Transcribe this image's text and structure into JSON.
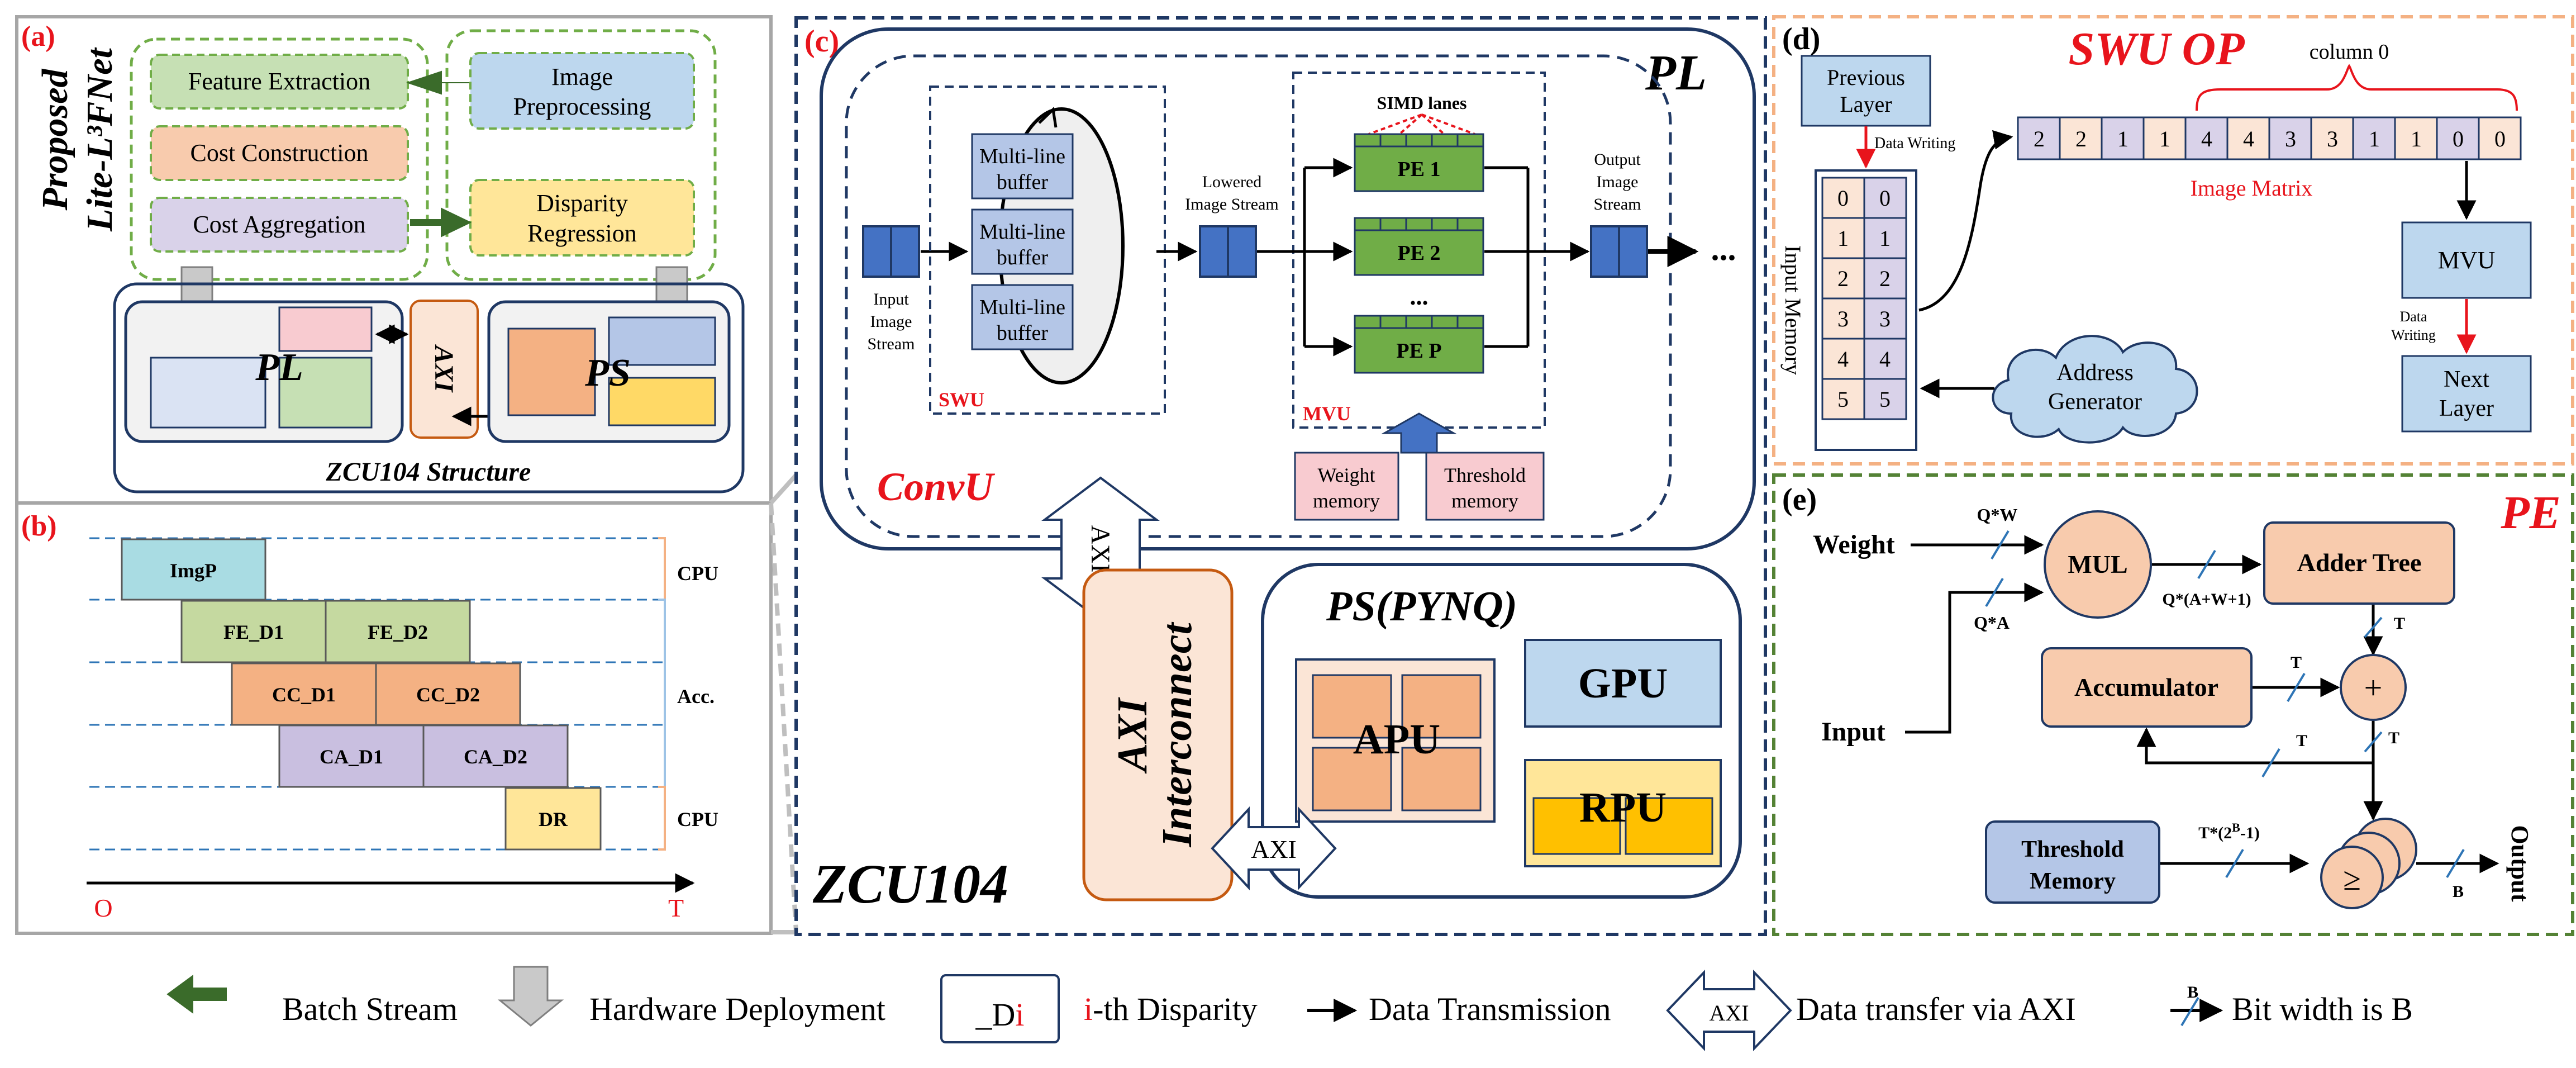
{
  "panel_a": {
    "tag": "(a)",
    "side_title_line1": "Proposed",
    "side_title_line2": "Lite-L³FNet",
    "feature_extraction": "Feature Extraction",
    "cost_construction": "Cost Construction",
    "cost_aggregation": "Cost Aggregation",
    "image_preprocessing_l1": "Image",
    "image_preprocessing_l2": "Preprocessing",
    "disparity_regression_l1": "Disparity",
    "disparity_regression_l2": "Regression",
    "pl": "PL",
    "axi": "AXI",
    "ps": "PS",
    "structure_caption": "ZCU104 Structure"
  },
  "panel_b": {
    "tag": "(b)",
    "blocks": [
      "ImgP",
      "FE_D1",
      "FE_D2",
      "CC_D1",
      "CC_D2",
      "CA_D1",
      "CA_D2",
      "DR"
    ],
    "label_cpu_top": "CPU",
    "label_acc": "Acc.",
    "label_cpu_bottom": "CPU",
    "axis_origin": "O",
    "axis_end": "T"
  },
  "panel_c": {
    "tag": "(c)",
    "pl": "PL",
    "input_stream_l1": "Input",
    "input_stream_l2": "Image",
    "input_stream_l3": "Stream",
    "buffer_l1": "Multi-line",
    "buffer_l2": "buffer",
    "swu": "SWU",
    "lowered_l1": "Lowered",
    "lowered_l2": "Image Stream",
    "simd": "SIMD lanes",
    "pe1": "PE 1",
    "pe2": "PE 2",
    "pe_dots": "...",
    "pep": "PE P",
    "mvu": "MVU",
    "output_l1": "Output",
    "output_l2": "Image",
    "output_l3": "Stream",
    "ellipsis": "...",
    "weight_l1": "Weight",
    "weight_l2": "memory",
    "threshold_l1": "Threshold",
    "threshold_l2": "memory",
    "convu": "ConvU",
    "axi_vertical": "AXI",
    "interconnect_l1": "AXI",
    "interconnect_l2": "Interconnect",
    "ps_pynq": "PS(PYNQ)",
    "apu": "APU",
    "gpu": "GPU",
    "rpu": "RPU",
    "axi_horizontal": "AXI",
    "board": "ZCU104"
  },
  "panel_d": {
    "tag": "(d)",
    "title": "SWU OP",
    "previous_l1": "Previous",
    "previous_l2": "Layer",
    "data_writing": "Data Writing",
    "input_memory": "Input Memory",
    "memory_left": [
      "0",
      "1",
      "2",
      "3",
      "4",
      "5"
    ],
    "memory_right": [
      "0",
      "1",
      "2",
      "3",
      "4",
      "5"
    ],
    "column0": "column 0",
    "matrix": [
      "2",
      "2",
      "1",
      "1",
      "4",
      "4",
      "3",
      "3",
      "1",
      "1",
      "0",
      "0"
    ],
    "image_matrix": "Image Matrix",
    "mvu": "MVU",
    "data_writing2_l1": "Data",
    "data_writing2_l2": "Writing",
    "next_l1": "Next",
    "next_l2": "Layer",
    "address_l1": "Address",
    "address_l2": "Generator"
  },
  "panel_e": {
    "tag": "(e)",
    "title": "PE",
    "weight": "Weight",
    "input": "Input",
    "qw": "Q*W",
    "qa": "Q*A",
    "mul": "MUL",
    "qawp": "Q*(A+W+1)",
    "adder_tree": "Adder Tree",
    "t1": "T",
    "t2": "T",
    "t3": "T",
    "t4": "T",
    "plus": "+",
    "accumulator": "Accumulator",
    "threshold_l1": "Threshold",
    "threshold_l2": "Memory",
    "t2b": "T*(2",
    "t2b_sup": "B",
    "t2b_end": "-1)",
    "geq": "≥",
    "b": "B",
    "output": "Output"
  },
  "legend": {
    "batch_stream": "Batch Stream",
    "hardware_deployment": "Hardware Deployment",
    "di_box": "_D",
    "di_box_i": "i",
    "ith_i": "i",
    "ith_rest": "-th Disparity",
    "data_transmission": "Data Transmission",
    "axi": "AXI",
    "data_transfer": "Data transfer via AXI",
    "bit_b": "B",
    "bit_width": "Bit width is B"
  },
  "colors": {
    "green_fill": "#c6e0b4",
    "green_edge": "#70ad47",
    "orange_fill": "#f4b183",
    "orange_edge": "#c55a11",
    "purple_fill": "#d9d2e9",
    "blue_fill": "#bdd7ee",
    "yellow_fill": "#ffe699",
    "pink_fill": "#f8cbd0",
    "navy": "#1f3864",
    "red": "#e8141c",
    "dark_green_arrow": "#3a6b2a",
    "pe_green": "#70ad47",
    "buffer_blue": "#b4c6e7",
    "stream_blue": "#4472c4"
  }
}
